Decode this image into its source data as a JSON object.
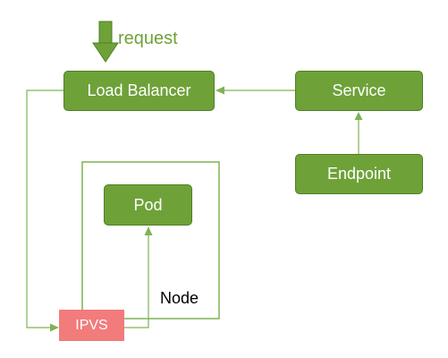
{
  "diagram": {
    "request_label": "request",
    "node_label": "Node",
    "boxes": {
      "load_balancer": "Load Balancer",
      "service": "Service",
      "endpoint": "Endpoint",
      "pod": "Pod",
      "ipvs": "IPVS"
    },
    "colors": {
      "box_fill": "#6ea238",
      "box_border": "#4f7f25",
      "line": "#7fb352",
      "ipvs_fill": "#f27b7b",
      "text_on_box": "#ffffff"
    }
  }
}
